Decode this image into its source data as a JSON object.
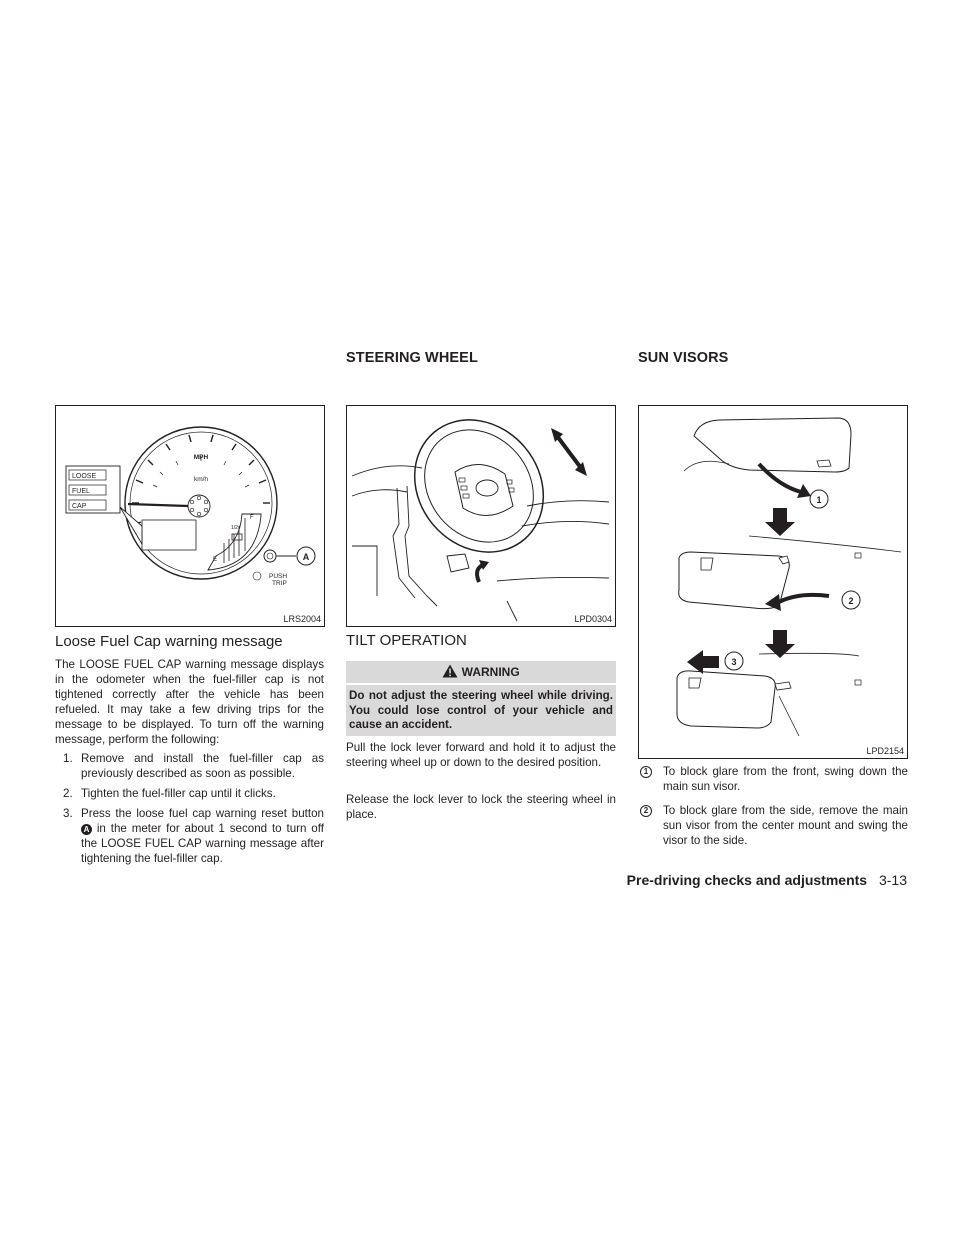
{
  "col1": {
    "figure_code": "LRS2004",
    "gauge": {
      "mph": "MPH",
      "kmh": "km/h",
      "loose": "LOOSE",
      "fuel": "FUEL",
      "cap": "CAP",
      "marker": "A",
      "push": "PUSH",
      "trip": "TRIP",
      "f": "F",
      "half": "1/2",
      "e": "E"
    },
    "subheading": "Loose Fuel Cap warning message",
    "intro": "The LOOSE FUEL CAP warning message displays in the odometer when the fuel-filler cap is not tightened correctly after the vehicle has been refueled. It may take a few driving trips for the message to be displayed. To turn off the warning message, perform the following:",
    "steps": [
      {
        "num": "1.",
        "text": "Remove and install the fuel-filler cap as previously described as soon as possible."
      },
      {
        "num": "2.",
        "text": "Tighten the fuel-filler cap until it clicks."
      },
      {
        "num": "3.",
        "text_a": "Press the loose fuel cap warning reset button",
        "marker": "A",
        "text_b": "in the meter for about 1 second to turn off the LOOSE FUEL CAP warning message after tightening the fuel-filler cap."
      }
    ]
  },
  "col2": {
    "heading": "STEERING WHEEL",
    "figure_code": "LPD0304",
    "subheading": "TILT OPERATION",
    "warning_label": "WARNING",
    "warning_text": "Do not adjust the steering wheel while driving. You could lose control of your vehicle and cause an accident.",
    "para1": "Pull the lock lever forward and hold it to adjust the steering wheel up or down to the desired position.",
    "para2": "Release the lock lever to lock the steering wheel in place."
  },
  "col3": {
    "heading": "SUN VISORS",
    "figure_code": "LPD2154",
    "callouts": [
      "1",
      "2",
      "3"
    ],
    "items": [
      {
        "marker": "1",
        "text": "To block glare from the front, swing down the main sun visor."
      },
      {
        "marker": "2",
        "text": "To block glare from the side, remove the main sun visor from the center mount and swing the visor to the side."
      }
    ]
  },
  "footer": {
    "section": "Pre-driving checks and adjustments",
    "page": "3-13"
  },
  "colors": {
    "text": "#231f20",
    "warning_bg": "#d9d9d9"
  }
}
